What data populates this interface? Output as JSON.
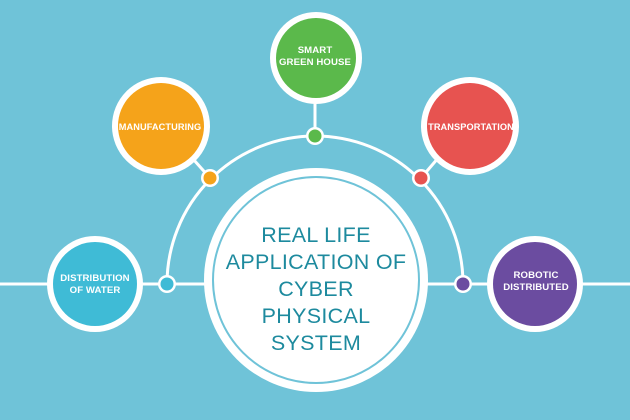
{
  "title": "REAL LIFE APPLICATION OF CYBER PHYSICAL SYSTEM",
  "title_lines": [
    "REAL LIFE",
    "APPLICATION OF",
    "CYBER PHYSICAL",
    "SYSTEM"
  ],
  "nodes": [
    {
      "label_lines": [
        "SMART",
        "GREEN HOUSE"
      ],
      "color": "#5bb94b"
    },
    {
      "label_lines": [
        "MANUFACTURING"
      ],
      "color": "#f5a31a"
    },
    {
      "label_lines": [
        "TRANSPORTATION"
      ],
      "color": "#e75350"
    },
    {
      "label_lines": [
        "DISTRIBUTION",
        "OF WATER"
      ],
      "color": "#3fbbd6"
    },
    {
      "label_lines": [
        "ROBOTIC",
        "DISTRIBUTED"
      ],
      "color": "#6b4ca0"
    }
  ],
  "colors": {
    "background": "#6fc3d8",
    "line": "#ffffff",
    "title": "#1d8a9e"
  }
}
